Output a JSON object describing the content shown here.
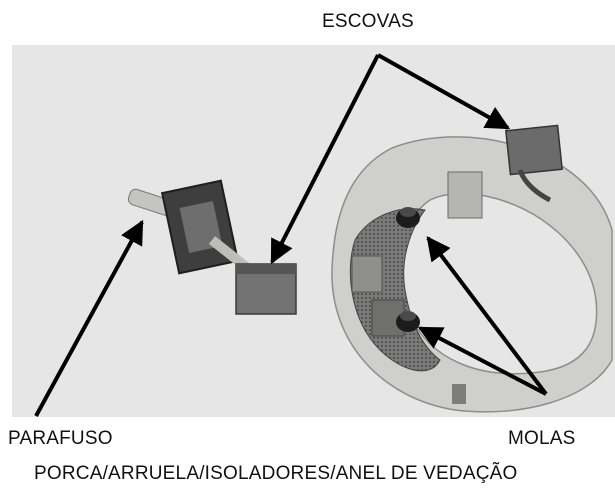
{
  "labels": {
    "brushes": "ESCOVAS",
    "screw": "PARAFUSO",
    "springs": "MOLAS",
    "nut_washer": "PORCA/ARRUELA/ISOLADORES/ANEL DE VEDAÇÃO"
  },
  "colors": {
    "photo_background": "#e6e6e6",
    "arrow": "#000000",
    "plate": "#c9c9c7",
    "insulator": "#5a5a5a",
    "brush": "#6b6b6b"
  }
}
